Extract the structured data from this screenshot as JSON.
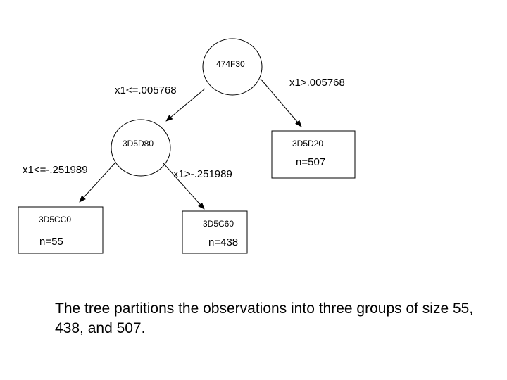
{
  "nodes": {
    "root": {
      "id": "474F30"
    },
    "left": {
      "id": "3D5D80"
    },
    "right": {
      "id": "3D5D20",
      "count": "n=507"
    },
    "left_left": {
      "id": "3D5CC0",
      "count": "n=55"
    },
    "left_right": {
      "id": "3D5C60",
      "count": "n=438"
    }
  },
  "edges": {
    "root_left": "x1<=.005768",
    "root_right": "x1>.005768",
    "left_left": "x1<=-.251989",
    "left_right": "x1>-.251989"
  },
  "caption": "The tree partitions the observations into three groups of size 55, 438, and 507."
}
